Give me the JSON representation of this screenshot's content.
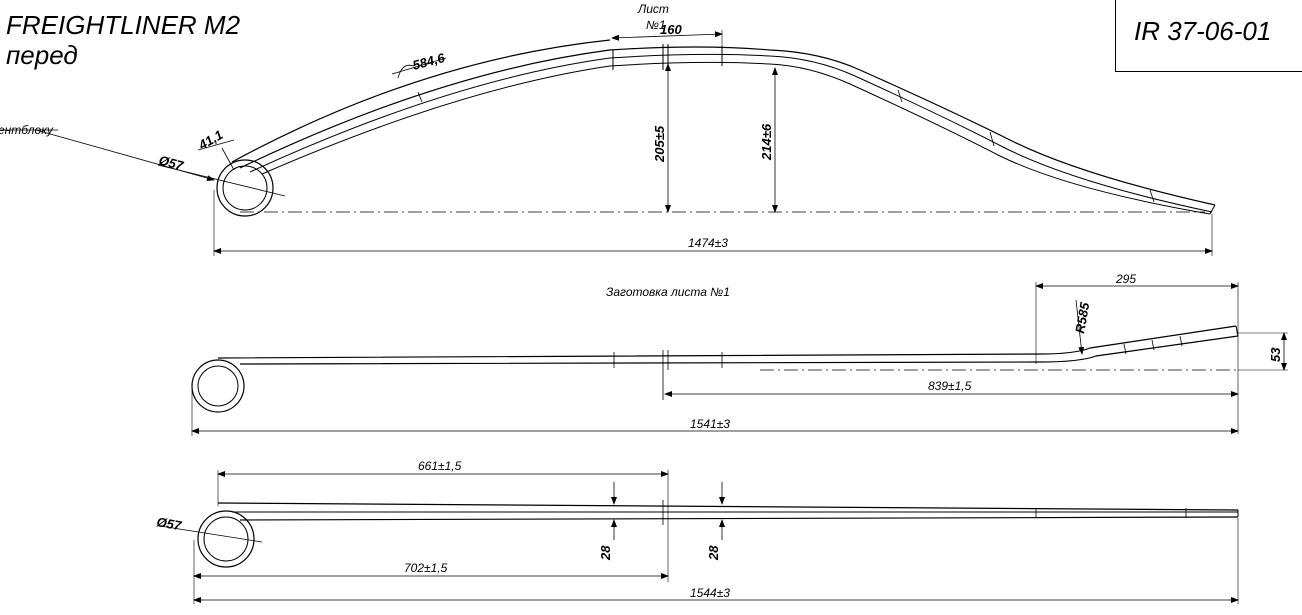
{
  "header": {
    "title_line1": "FREIGHTLINER M2",
    "title_line2": "перед",
    "part_number": "IR 37-06-01"
  },
  "view1": {
    "sheet_label_line1": "Лист",
    "sheet_label_line2": "№1",
    "bushing_label": "ентблоку",
    "dim_top_len": "160",
    "dim_radius": "584,6",
    "dim_offset": "41,1",
    "dim_eye_dia": "Ø57",
    "dim_height_1": "205±5",
    "dim_height_2": "214±6",
    "dim_total": "1474±3"
  },
  "view2": {
    "caption": "Заготовка листа №1",
    "dim_end_len": "295",
    "dim_bend_radius": "R585",
    "dim_rise": "53",
    "dim_from_center": "839±1,5",
    "dim_total": "1541±3"
  },
  "view3": {
    "dim_upper": "661±1,5",
    "dim_lower": "702±1,5",
    "dim_eye_dia": "Ø57",
    "dim_thick_1": "28",
    "dim_thick_2": "28",
    "dim_total": "1544±3"
  }
}
